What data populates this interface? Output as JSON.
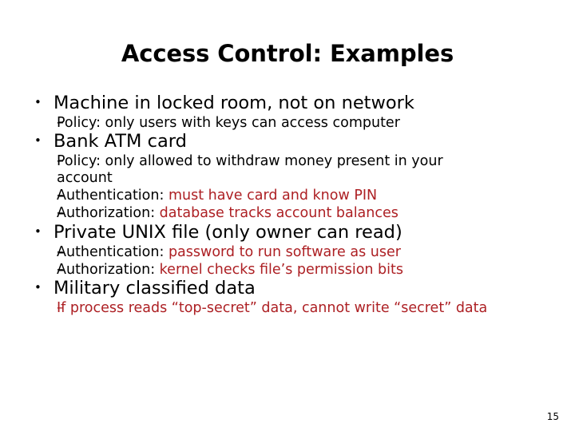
{
  "slide": {
    "title": "Access Control: Examples",
    "page_number": "15",
    "background_color": "#ffffff",
    "accent_color": "#AD2024",
    "text_color": "#000000",
    "bullet_marker": "•",
    "sub_bullet_marker": "–",
    "bullets": [
      {
        "label": "Machine in locked room, not on network",
        "sub": [
          {
            "lead": "Policy: only users with keys can access computer",
            "lead_color": "#000000",
            "accent": "",
            "marker_color": "#000000"
          }
        ]
      },
      {
        "label": "Bank ATM card",
        "sub": [
          {
            "lead": "Policy: only allowed to withdraw money present in your account",
            "lead_color": "#000000",
            "accent": "",
            "marker_color": "#000000"
          },
          {
            "lead": "Authentication: ",
            "lead_color": "#000000",
            "accent": "must have card and know PIN",
            "marker_color": "#000000"
          },
          {
            "lead": "Authorization: ",
            "lead_color": "#000000",
            "accent": "database tracks account balances",
            "marker_color": "#000000"
          }
        ]
      },
      {
        "label": "Private UNIX file (only owner can read)",
        "sub": [
          {
            "lead": "Authentication: ",
            "lead_color": "#000000",
            "accent": "password to run software as user",
            "marker_color": "#000000"
          },
          {
            "lead": "Authorization: ",
            "lead_color": "#000000",
            "accent": "kernel checks file’s permission bits",
            "marker_color": "#000000"
          }
        ]
      },
      {
        "label": "Military classified data",
        "sub": [
          {
            "lead": "",
            "lead_color": "#AD2024",
            "accent": "If process reads “top-secret” data, cannot write “secret” data",
            "marker_color": "#AD2024"
          }
        ]
      }
    ]
  }
}
